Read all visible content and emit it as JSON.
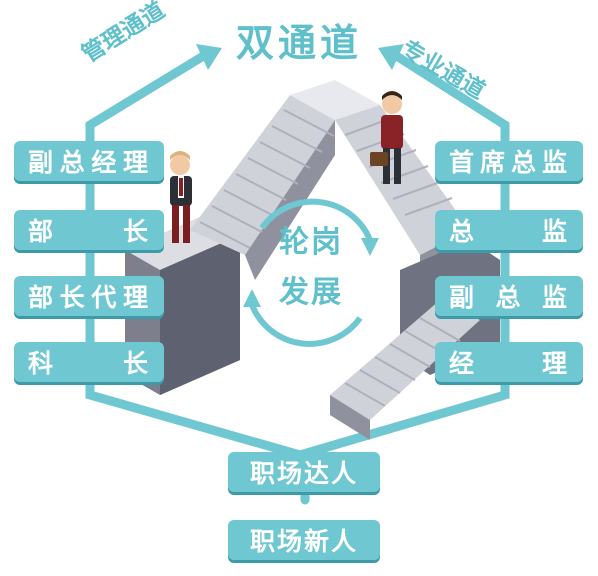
{
  "title": "双通道",
  "left_channel": "管理通道",
  "right_channel": "专业通道",
  "center": {
    "line1": "轮岗",
    "line2": "发展"
  },
  "management_track": [
    {
      "chars": [
        "副",
        "总",
        "经",
        "理"
      ]
    },
    {
      "chars": [
        "部",
        "长"
      ]
    },
    {
      "chars": [
        "部",
        "长",
        "代",
        "理"
      ]
    },
    {
      "chars": [
        "科",
        "长"
      ]
    }
  ],
  "professional_track": [
    {
      "chars": [
        "首",
        "席",
        "总",
        "监"
      ]
    },
    {
      "chars": [
        "总",
        "监"
      ]
    },
    {
      "chars": [
        "副",
        "总",
        "监"
      ]
    },
    {
      "chars": [
        "经",
        "理"
      ]
    }
  ],
  "bottom": {
    "expert": "职场达人",
    "newcomer": "职场新人"
  },
  "colors": {
    "accent": "#6fc7d2",
    "accent_dark": "#3d9aa8",
    "stair": "#8a8d99",
    "stair_light": "#dfe1e6"
  }
}
